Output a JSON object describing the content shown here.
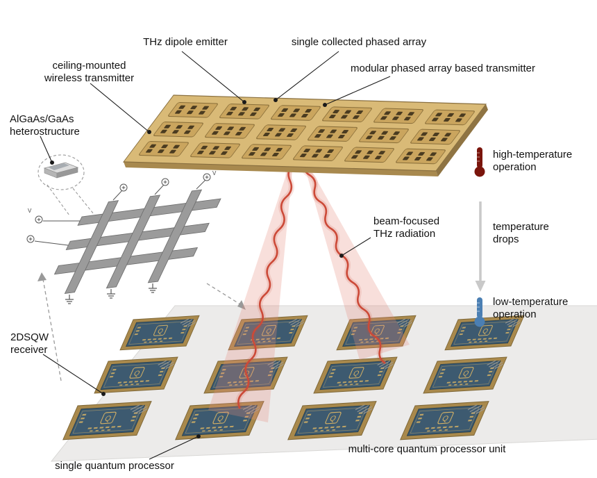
{
  "figure": {
    "type": "scientific-diagram",
    "labels": {
      "thz_dipole_emitter": "THz dipole emitter",
      "single_collected_phased_array": "single collected phased array",
      "ceiling_mounted_transmitter": "ceiling-mounted\nwireless transmitter",
      "modular_transmitter": "modular phased array based transmitter",
      "heterostructure": "AlGaAs/GaAs\nheterostructure",
      "beam_focused_radiation": "beam-focused\nTHz radiation",
      "high_temperature": "high-temperature\noperation",
      "temperature_drops": "temperature\ndrops",
      "low_temperature": "low-temperature\noperation",
      "receiver_2dsqw": "2DSQW\nreceiver",
      "single_quantum_processor": "single quantum processor",
      "multicore_unit": "multi-core quantum processor unit"
    },
    "chip": {
      "logo": "Q"
    },
    "terminal": {
      "v_label": "V"
    },
    "colors": {
      "panel_top": "#d9ba77",
      "module": "#caa55e",
      "beam_red": "#cc4a38",
      "platform": "#ecebea",
      "chip_frame": "#a9894c",
      "chip_core": "#3d5a70",
      "chip_gold": "#d3b065",
      "thermometer_hot": "#7a150c",
      "thermometer_cold": "#4b7fb3",
      "structure_gray": "#9b9b9b"
    },
    "icons": [
      "thermometer-hot-icon",
      "thermometer-cold-icon",
      "down-arrow-icon",
      "ground-symbol-icon",
      "voltage-source-icon"
    ]
  }
}
